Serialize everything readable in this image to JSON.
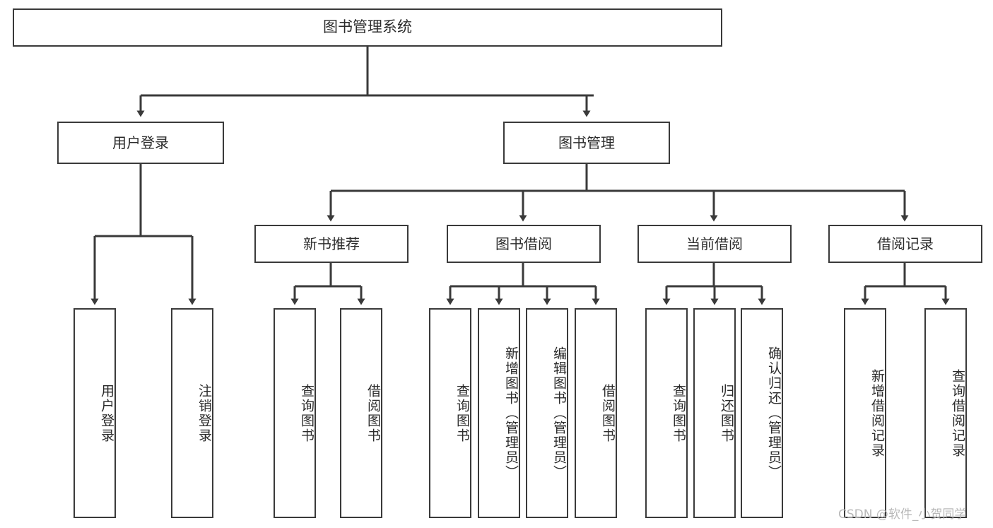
{
  "diagram": {
    "type": "tree",
    "title": "图书管理系统",
    "watermark": "CSDN @软件_小贺同学",
    "colors": {
      "stroke": "#3a3a3a",
      "fill": "#ffffff",
      "text": "#2b2b2b",
      "watermark": "#b9b9b9"
    },
    "root": {
      "label": "图书管理系统"
    },
    "level2": [
      {
        "label": "用户登录"
      },
      {
        "label": "图书管理"
      }
    ],
    "level3": [
      {
        "label": "新书推荐"
      },
      {
        "label": "图书借阅"
      },
      {
        "label": "当前借阅"
      },
      {
        "label": "借阅记录"
      }
    ],
    "leaves": [
      {
        "label": "用户登录",
        "parent": "用户登录"
      },
      {
        "label": "注销登录",
        "parent": "用户登录"
      },
      {
        "label": "查询图书",
        "parent": "新书推荐"
      },
      {
        "label": "借阅图书",
        "parent": "新书推荐"
      },
      {
        "label": "查询图书",
        "parent": "图书借阅"
      },
      {
        "label": "新增图书（管理员）",
        "parent": "图书借阅"
      },
      {
        "label": "编辑图书（管理员）",
        "parent": "图书借阅"
      },
      {
        "label": "借阅图书",
        "parent": "图书借阅"
      },
      {
        "label": "查询图书",
        "parent": "当前借阅"
      },
      {
        "label": "归还图书",
        "parent": "当前借阅"
      },
      {
        "label": "确认归还（管理员）",
        "parent": "当前借阅"
      },
      {
        "label": "新增借阅记录",
        "parent": "借阅记录"
      },
      {
        "label": "查询借阅记录",
        "parent": "借阅记录"
      }
    ]
  }
}
